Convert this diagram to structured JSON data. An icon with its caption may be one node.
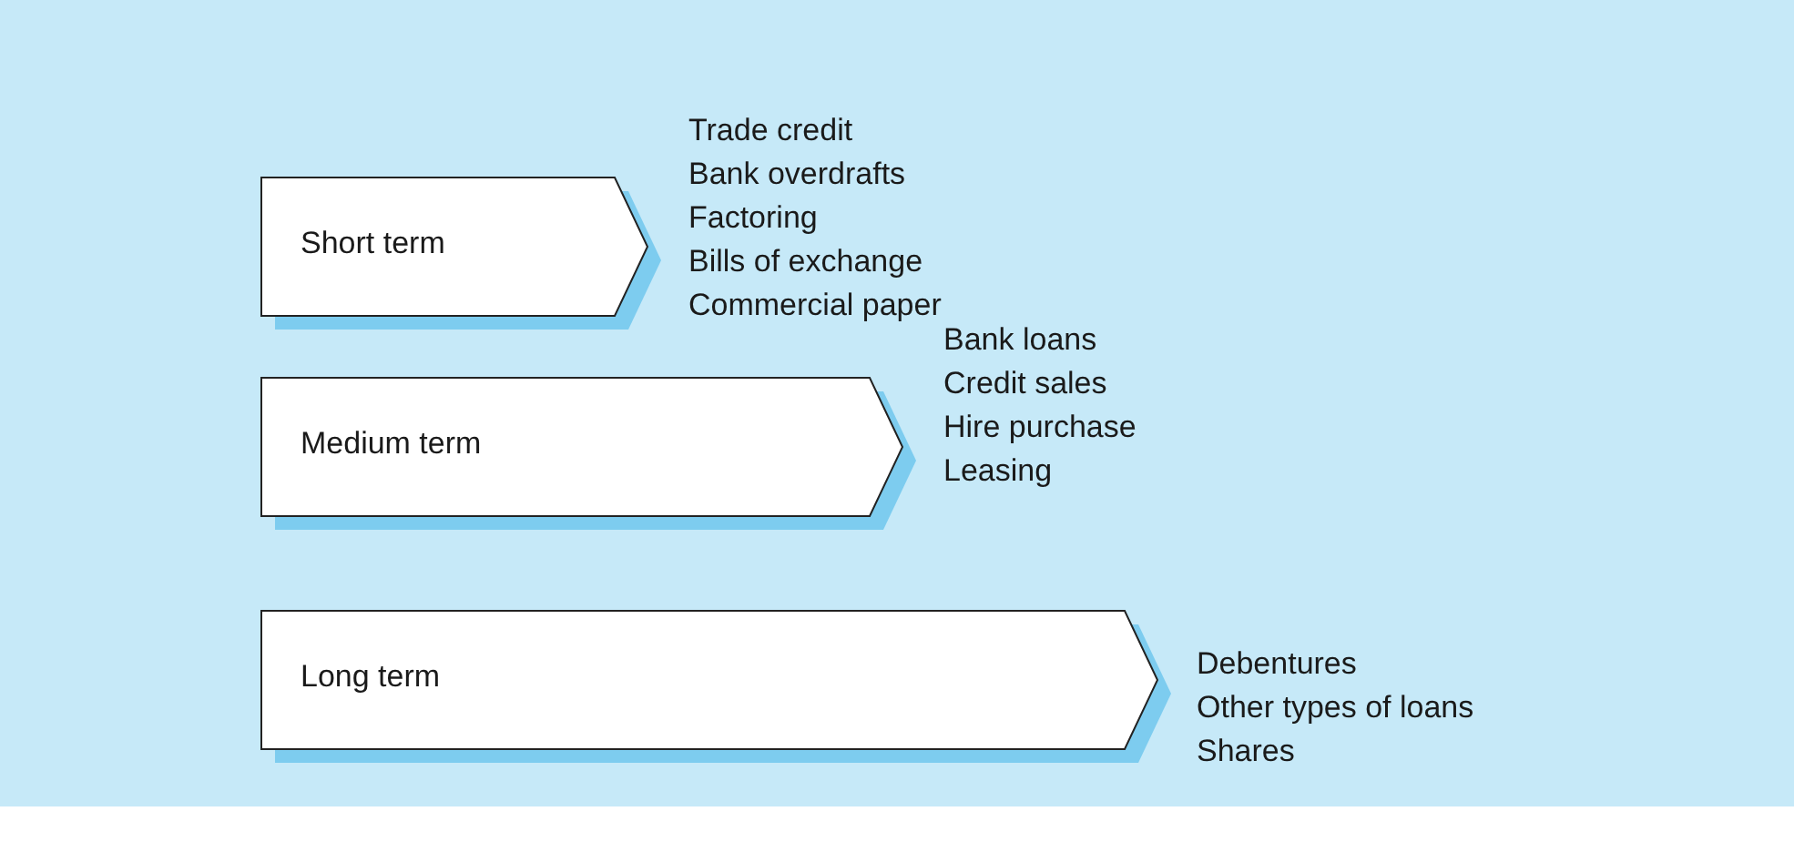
{
  "diagram": {
    "nodes": [
      {
        "text": [
          "Short term"
        ],
        "beside": [
          "Trade credit",
          "Bank overdrafts",
          "Factoring",
          "Bills of exchange",
          "Commercial paper"
        ]
      },
      {
        "text": [
          "Medium term"
        ],
        "beside": [
          "Bank loans",
          "Credit sales",
          "Hire purchase",
          "Leasing"
        ]
      },
      {
        "text": [
          "Long term"
        ],
        "beside": [
          "Debentures",
          "Other types of loans",
          "Shares"
        ]
      }
    ]
  }
}
